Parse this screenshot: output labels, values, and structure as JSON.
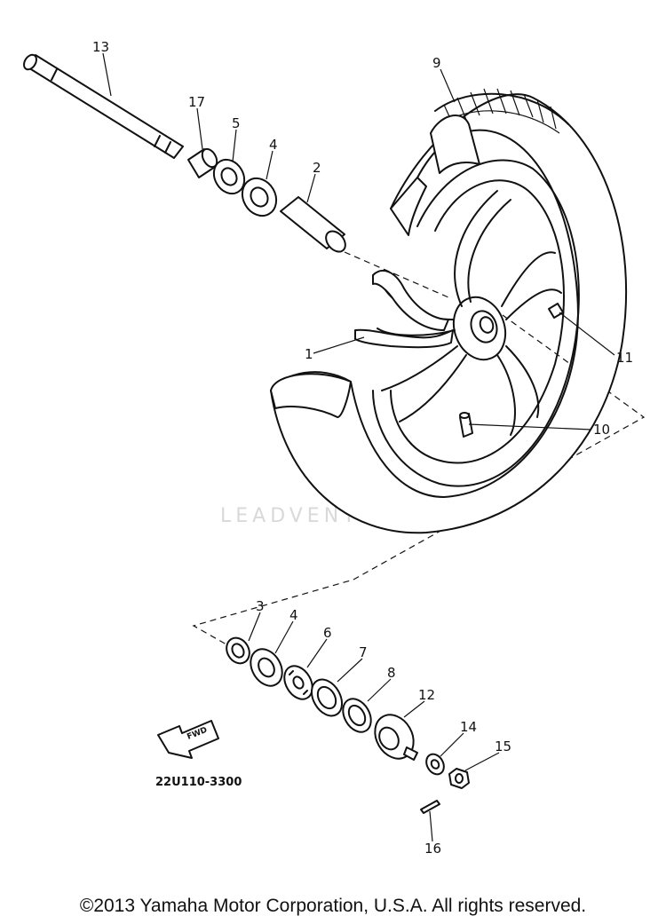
{
  "callouts": [
    {
      "id": "13",
      "label": "13"
    },
    {
      "id": "17",
      "label": "17"
    },
    {
      "id": "5",
      "label": "5"
    },
    {
      "id": "4a",
      "label": "4"
    },
    {
      "id": "2",
      "label": "2"
    },
    {
      "id": "9",
      "label": "9"
    },
    {
      "id": "1",
      "label": "1"
    },
    {
      "id": "11",
      "label": "11"
    },
    {
      "id": "10",
      "label": "10"
    },
    {
      "id": "3",
      "label": "3"
    },
    {
      "id": "4b",
      "label": "4"
    },
    {
      "id": "6",
      "label": "6"
    },
    {
      "id": "7",
      "label": "7"
    },
    {
      "id": "8",
      "label": "8"
    },
    {
      "id": "12",
      "label": "12"
    },
    {
      "id": "14",
      "label": "14"
    },
    {
      "id": "15",
      "label": "15"
    },
    {
      "id": "16",
      "label": "16"
    }
  ],
  "diagram_code": "22U110-3300",
  "fwd_arrow_label": "FWD",
  "watermark": "LEADVENTURE",
  "copyright": "©2013 Yamaha Motor Corporation, U.S.A. All rights reserved."
}
